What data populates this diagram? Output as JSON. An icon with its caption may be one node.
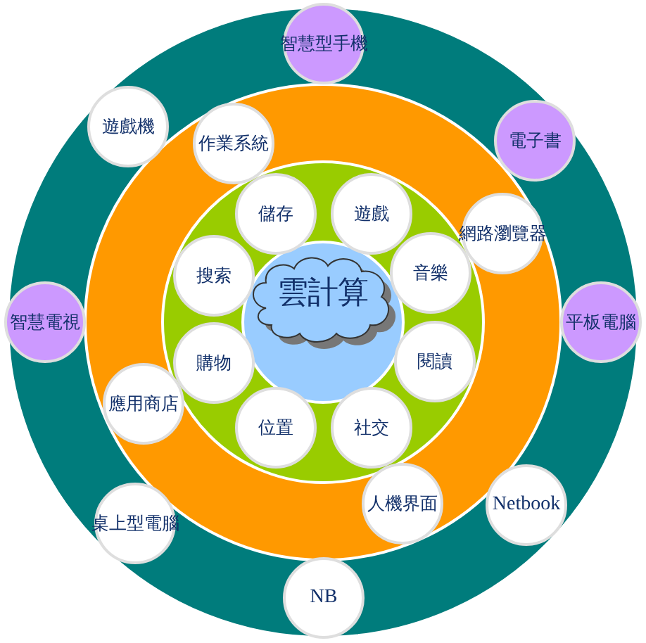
{
  "diagram": {
    "nodes": [
      {
        "text": [
          "智慧型手機"
        ]
      },
      {
        "text": [
          "遊戲機"
        ]
      },
      {
        "text": [
          "電子書"
        ]
      },
      {
        "text": [
          "作業系統"
        ]
      },
      {
        "text": [
          "儲存"
        ]
      },
      {
        "text": [
          "遊戲"
        ]
      },
      {
        "text": [
          "網路瀏覽器"
        ]
      },
      {
        "text": [
          "搜索"
        ]
      },
      {
        "text": [
          "音樂"
        ]
      },
      {
        "text": [
          "雲計算"
        ]
      },
      {
        "text": [
          "智慧電視"
        ]
      },
      {
        "text": [
          "平板電腦"
        ]
      },
      {
        "text": [
          "購物"
        ]
      },
      {
        "text": [
          "閱讀"
        ]
      },
      {
        "text": [
          "應用商店"
        ]
      },
      {
        "text": [
          "位置"
        ]
      },
      {
        "text": [
          "社交"
        ]
      },
      {
        "text": [
          "人機界面"
        ]
      },
      {
        "text": [
          "Netbook"
        ]
      },
      {
        "text": [
          "桌上型電腦"
        ]
      },
      {
        "text": [
          "NB"
        ]
      }
    ]
  }
}
